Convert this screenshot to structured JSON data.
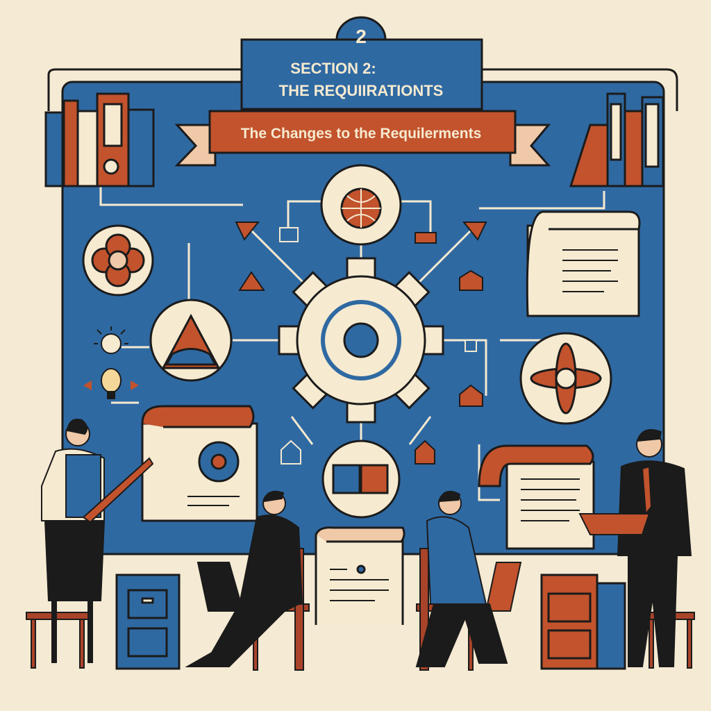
{
  "header": {
    "badge_number": "2",
    "section_line1": "SECTION 2:",
    "section_line2": "THE REQUIIRATIONTS",
    "ribbon_text": "The Changes to the Requilerments"
  },
  "colors": {
    "background": "#f5ead3",
    "blue": "#2f69a2",
    "orange": "#c2532d",
    "cream": "#f6ead0",
    "ink": "#1b1b1b"
  },
  "icons": [
    "gear-icon",
    "globe-icon",
    "flower-icon",
    "triangle-landscape-icon",
    "atom-icon",
    "puzzle-icon",
    "lightbulb-icon",
    "sun-icon",
    "bookshelf-icon",
    "scroll-document-icon",
    "filing-cabinet-icon",
    "laptop-icon",
    "clipboard-icon"
  ]
}
